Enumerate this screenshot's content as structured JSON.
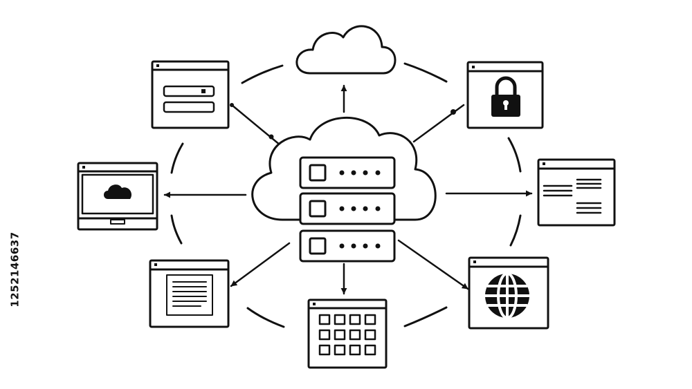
{
  "stock_id": "1252146637",
  "colors": {
    "ink": "#111111",
    "background": "#ffffff"
  },
  "hub": {
    "icon": "cloud-server-icon"
  },
  "top_node": {
    "icon": "cloud-icon"
  },
  "nodes": [
    {
      "id": "login-window",
      "icon": "login-form-icon"
    },
    {
      "id": "lock-window",
      "icon": "padlock-icon"
    },
    {
      "id": "monitor-window",
      "icon": "cloud-monitor-icon"
    },
    {
      "id": "text-window",
      "icon": "text-layout-icon"
    },
    {
      "id": "document-window",
      "icon": "document-icon"
    },
    {
      "id": "grid-window",
      "icon": "app-grid-icon"
    },
    {
      "id": "globe-window",
      "icon": "globe-icon"
    }
  ]
}
